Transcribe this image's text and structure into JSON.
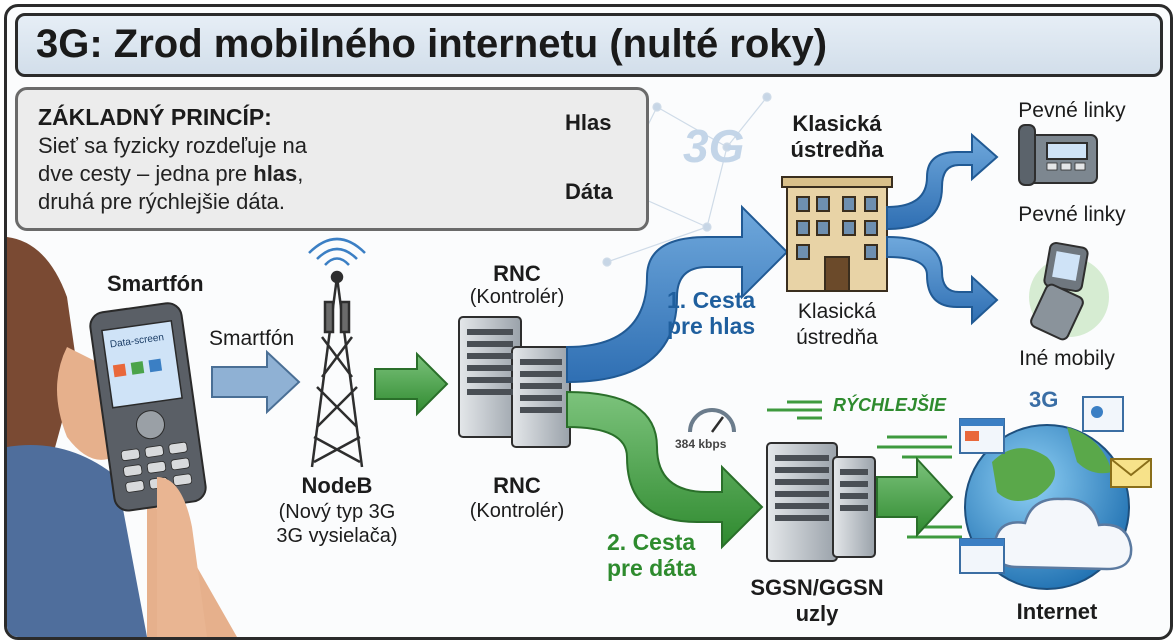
{
  "title": "3G: Zrod mobilného internetu (nulté roky)",
  "principle": {
    "heading": "ZÁKLADNÝ PRINCÍP:",
    "line1": "Sieť sa fyzicky rozdeľuje na",
    "line2_pre": "dve cesty – jedna pre ",
    "line2_bold": "hlas",
    "line2_post": ",",
    "line3": "druhá pre rýchlejšie dáta.",
    "cable_voice": "Hlas",
    "cable_data": "Dáta"
  },
  "logo_3g": "3G",
  "smartphone": {
    "title": "Smartfón",
    "arrow_label": "Smartfón",
    "screen_text": "Data-screen"
  },
  "nodeb": {
    "title": "NodeB",
    "line1": "(Nový typ 3G",
    "line2": "3G vysielača)"
  },
  "rnc": {
    "top_title": "RNC",
    "top_sub": "(Kontrolér)",
    "bottom_title": "RNC",
    "bottom_sub": "(Kontrolér)"
  },
  "voice_path": {
    "line1": "1. Cesta",
    "line2": "pre hlas"
  },
  "data_path": {
    "line1": "2. Cesta",
    "line2": "pre dáta"
  },
  "exchange": {
    "top1": "Klasická",
    "top2": "ústredňa",
    "bottom1": "Klasická",
    "bottom2": "ústredňa"
  },
  "fixed_lines": {
    "top": "Pevné linky",
    "bottom": "Pevné linky"
  },
  "other_mobiles": "Iné mobily",
  "speed": {
    "gauge": "384 kbps",
    "faster": "RÝCHLEJŠIE"
  },
  "sgsn": {
    "line1": "SGSN/GGSN",
    "line2": "uzly"
  },
  "internet": {
    "label": "Internet",
    "badge": "3G"
  },
  "colors": {
    "voice_blue": "#3b7fc4",
    "data_green": "#3e9a3e",
    "title_blue": "#1f5f9e",
    "title_green": "#2e8b2e",
    "input_arrow": "#7fa6cc"
  }
}
